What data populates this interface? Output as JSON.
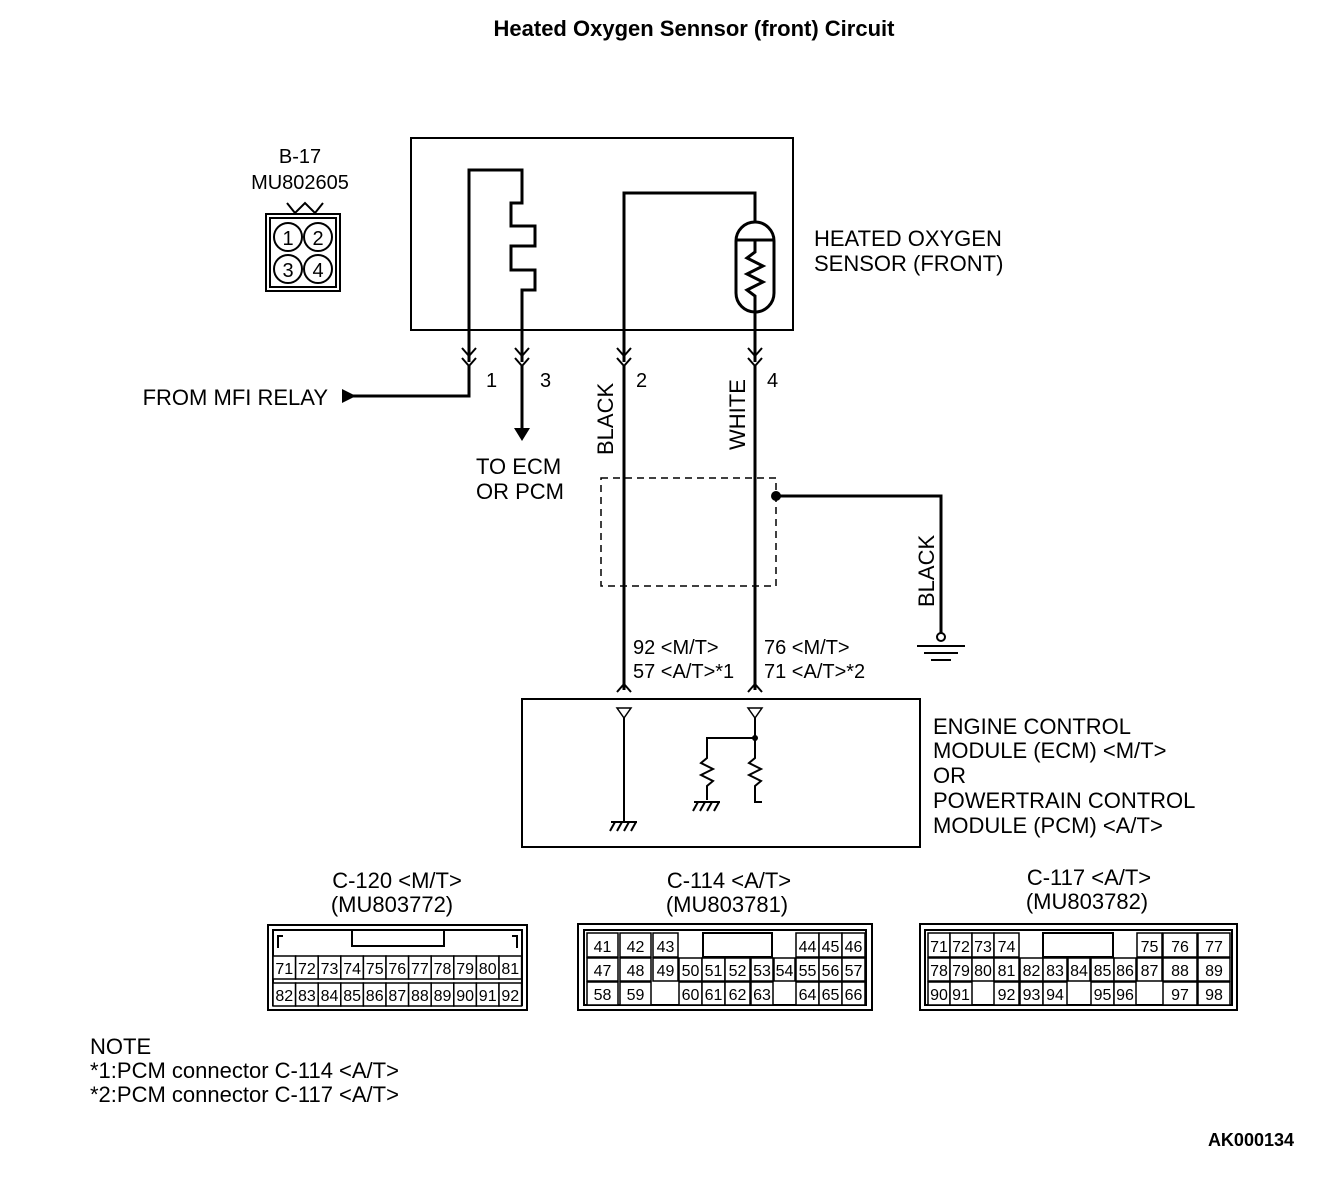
{
  "title": "Heated Oxygen Sennsor (front) Circuit",
  "sensor_connector": {
    "id": "B-17",
    "part": "MU802605",
    "pins": [
      "1",
      "2",
      "3",
      "4"
    ]
  },
  "sensor_label": [
    "HEATED OXYGEN",
    "SENSOR (FRONT)"
  ],
  "terminals": [
    "1",
    "3",
    "2",
    "4"
  ],
  "wire_colors": {
    "pin2": "BLACK",
    "pin4": "WHITE",
    "shield": "BLACK"
  },
  "from_relay": "FROM MFI RELAY",
  "to_ecm": [
    "TO ECM",
    "OR PCM"
  ],
  "ecm_pins_left": [
    "92 <M/T>",
    "57 <A/T>*1"
  ],
  "ecm_pins_right": [
    "76 <M/T>",
    "71 <A/T>*2"
  ],
  "ecm_label": [
    "ENGINE CONTROL",
    "MODULE (ECM) <M/T>",
    "OR",
    "POWERTRAIN CONTROL",
    "MODULE (PCM) <A/T>"
  ],
  "connectors": [
    {
      "id": "C-120 <M/T>",
      "part": "(MU803772)",
      "rows": [
        [
          "71",
          "72",
          "73",
          "74",
          "75",
          "76",
          "77",
          "78",
          "79",
          "80",
          "81"
        ],
        [
          "82",
          "83",
          "84",
          "85",
          "86",
          "87",
          "88",
          "89",
          "90",
          "91",
          "92"
        ]
      ]
    },
    {
      "id": "C-114 <A/T>",
      "part": "(MU803781)",
      "rows": [
        [
          "41",
          "42",
          "43",
          "",
          "",
          "",
          "44",
          "45",
          "46"
        ],
        [
          "47",
          "48",
          "49",
          "50",
          "51",
          "52",
          "53",
          "54",
          "55",
          "56",
          "57"
        ],
        [
          "58",
          "59",
          "",
          "60",
          "61",
          "62",
          "63",
          "",
          "64",
          "65",
          "66"
        ]
      ]
    },
    {
      "id": "C-117 <A/T>",
      "part": "(MU803782)",
      "rows": [
        [
          "71",
          "72",
          "73",
          "74",
          "",
          "",
          "75",
          "76",
          "77"
        ],
        [
          "78",
          "79",
          "80",
          "81",
          "82",
          "83",
          "84",
          "85",
          "86",
          "87",
          "88",
          "89"
        ],
        [
          "90",
          "91",
          "",
          "92",
          "93",
          "94",
          "",
          "95",
          "96",
          "",
          "97",
          "98"
        ]
      ]
    }
  ],
  "note": [
    "NOTE",
    "*1:PCM connector C-114 <A/T>",
    "*2:PCM connector C-117 <A/T>"
  ],
  "code": "AK000134"
}
